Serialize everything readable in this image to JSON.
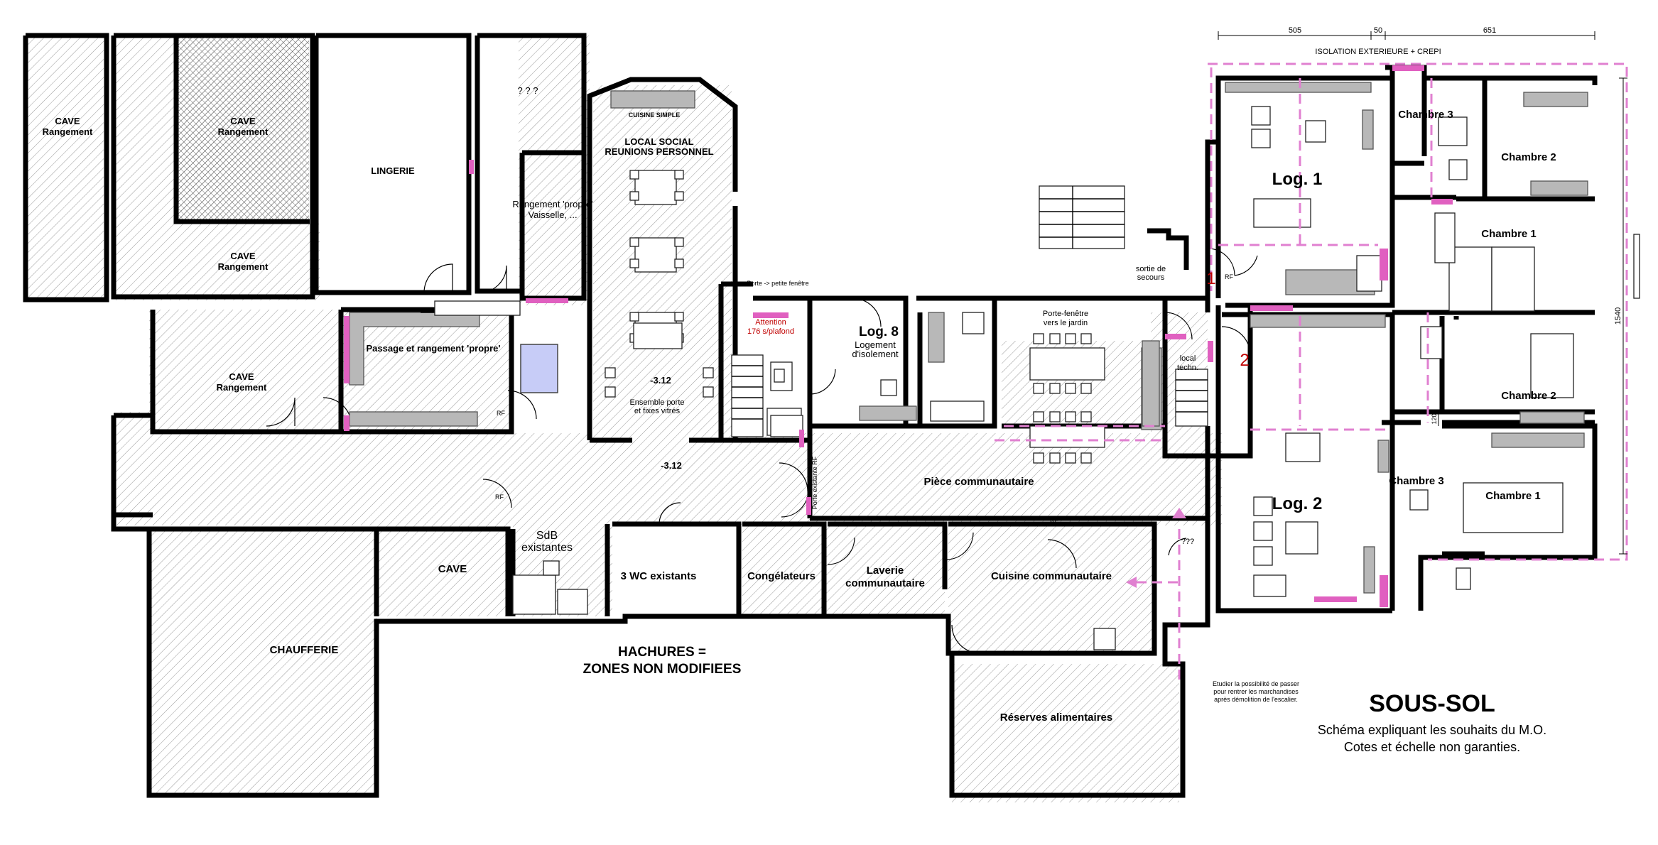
{
  "plan": {
    "title": "SOUS-SOL",
    "subtitle_line1": "Schéma expliquant les souhaits du M.O.",
    "subtitle_line2": "Cotes et échelle non garanties.",
    "legend_line1": "HACHURES =",
    "legend_line2": "ZONES NON MODIFIEES",
    "dims": {
      "top_left": "505",
      "top_mid": "50",
      "top_right": "651",
      "right_total": "1540",
      "inner": "120",
      "isolation": "ISOLATION EXTERIEURE + CREPI"
    },
    "rooms": {
      "cave_1_a": "CAVE",
      "cave_1_b": "Rangement",
      "cave_2_a": "CAVE",
      "cave_2_b": "Rangement",
      "cave_3_a": "CAVE",
      "cave_3_b": "Rangement",
      "cave_4_a": "CAVE",
      "cave_4_b": "Rangement",
      "lingerie": "LINGERIE",
      "unknown": "? ? ?",
      "rangement_propre_a": "Rangement 'propre'",
      "rangement_propre_b": "Vaisselle, ...",
      "cuisine_simple": "CUISINE SIMPLE",
      "local_social_a": "LOCAL SOCIAL",
      "local_social_b": "REUNIONS PERSONNEL",
      "level_1": "-3.12",
      "level_2": "-3.12",
      "ensemble_porte_a": "Ensemble porte",
      "ensemble_porte_b": "et fixes vitrés",
      "passage": "Passage et rangement 'propre'",
      "rf_1": "RF",
      "rf_2": "RF",
      "rf_3": "RF",
      "rf_4": "RF",
      "porte_fenetre_note": "Porte -> petite fenêtre",
      "attention_a": "Attention",
      "attention_b": "176 s/plafond",
      "log8": "Log. 8",
      "logement_a": "Logement",
      "logement_b": "d'isolement",
      "porte_fenetre_a": "Porte-fenêtre",
      "porte_fenetre_b": "vers le jardin",
      "sortie_a": "sortie de",
      "sortie_b": "secours",
      "local_techn_a": "local",
      "local_techn_b": "techn.",
      "num_1": "1",
      "num_2": "2",
      "porte_rf_vertical": "Porte existante RF",
      "piece_communautaire": "Pièce communautaire",
      "chaufferie": "CHAUFFERIE",
      "cave_small": "CAVE",
      "sdb_a": "SdB",
      "sdb_b": "existantes",
      "wc": "3 WC existants",
      "congelateurs": "Congélateurs",
      "laverie_a": "Laverie",
      "laverie_b": "communautaire",
      "cuisine_communautaire": "Cuisine communautaire",
      "qqq": "???",
      "reserves": "Réserves alimentaires",
      "etudier_1": "Etudier la possibilité de passer",
      "etudier_2": "pour rentrer les marchandises",
      "etudier_3": "après démolition de l'escalier.",
      "log1": "Log. 1",
      "log2": "Log. 2",
      "chambre_3_top": "Chambre 3",
      "chambre_2_top": "Chambre 2",
      "chambre_1_top": "Chambre 1",
      "chambre_2_bottom": "Chambre 2",
      "chambre_3_bottom": "Chambre 3",
      "chambre_1_bottom": "Chambre 1"
    }
  }
}
